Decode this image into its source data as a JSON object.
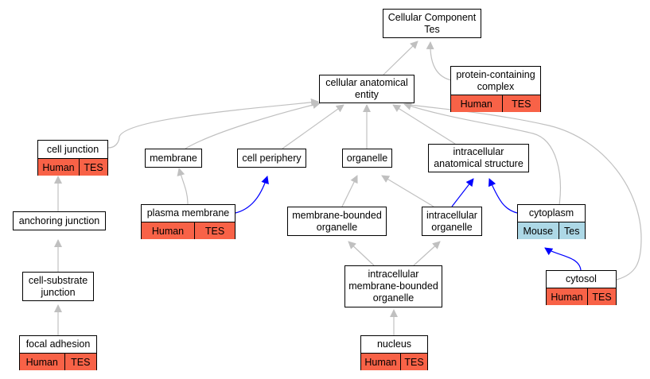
{
  "nodes": {
    "root": {
      "label": "Cellular Component\nTes"
    },
    "protein_complex": {
      "label": "protein-containing\ncomplex",
      "tags": [
        "Human",
        "TES"
      ],
      "tag_color": "#f86247"
    },
    "cae": {
      "label": "cellular anatomical\nentity"
    },
    "cell_junction": {
      "label": "cell junction",
      "tags": [
        "Human",
        "TES"
      ],
      "tag_color": "#f86247"
    },
    "membrane": {
      "label": "membrane"
    },
    "cell_periphery": {
      "label": "cell periphery"
    },
    "organelle": {
      "label": "organelle"
    },
    "intracellular_structure": {
      "label": "intracellular\nanatomical structure"
    },
    "anchoring_junction": {
      "label": "anchoring junction"
    },
    "plasma_membrane": {
      "label": "plasma membrane",
      "tags": [
        "Human",
        "TES"
      ],
      "tag_color": "#f86247"
    },
    "membrane_bounded": {
      "label": "membrane-bounded\norganelle"
    },
    "intracellular_organelle": {
      "label": "intracellular\norganelle"
    },
    "cytoplasm": {
      "label": "cytoplasm",
      "tags": [
        "Mouse",
        "Tes"
      ],
      "tag_color": "#add8e6"
    },
    "cell_substrate": {
      "label": "cell-substrate\njunction"
    },
    "intra_mb_organelle": {
      "label": "intracellular\nmembrane-bounded\norganelle"
    },
    "cytosol": {
      "label": "cytosol",
      "tags": [
        "Human",
        "TES"
      ],
      "tag_color": "#f86247"
    },
    "focal_adhesion": {
      "label": "focal adhesion",
      "tags": [
        "Human",
        "TES"
      ],
      "tag_color": "#f86247"
    },
    "nucleus": {
      "label": "nucleus",
      "tags": [
        "Human",
        "TES"
      ],
      "tag_color": "#f86247"
    }
  },
  "colors": {
    "edge_default": "#c0c0c0",
    "edge_highlight": "#0000ff",
    "human_tag": "#f86247",
    "mouse_tag": "#add8e6"
  }
}
